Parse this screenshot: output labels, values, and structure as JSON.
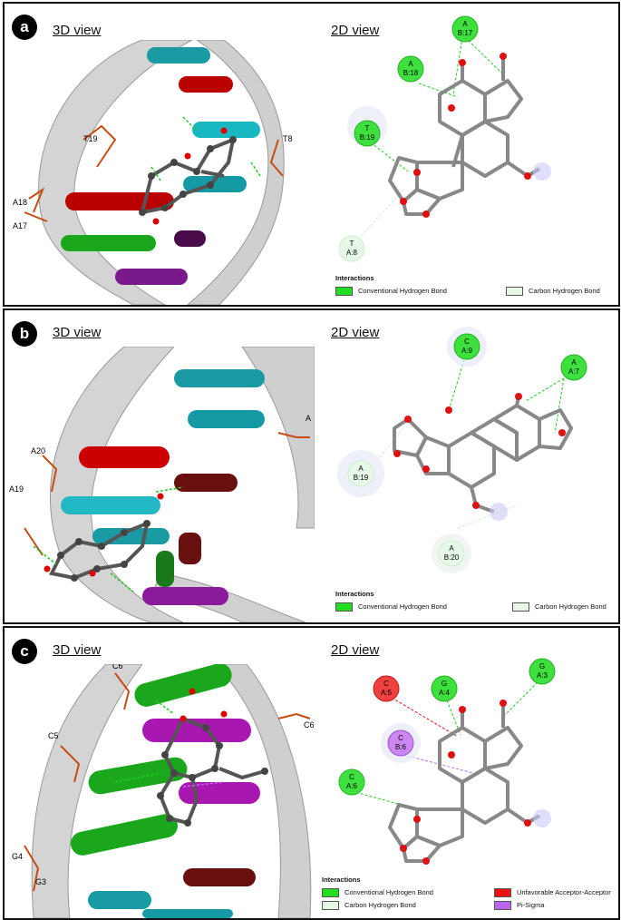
{
  "panels": [
    {
      "id": "a",
      "label": "a",
      "view3d_title": "3D view",
      "view2d_title": "2D view",
      "labels_3d": [
        "T19",
        "T8",
        "A18",
        "A17"
      ],
      "residues": [
        {
          "name": "A",
          "chain": "B:17",
          "type": "conventional"
        },
        {
          "name": "A",
          "chain": "B:18",
          "type": "conventional"
        },
        {
          "name": "T",
          "chain": "B:19",
          "type": "conventional"
        },
        {
          "name": "T",
          "chain": "A:8",
          "type": "carbon"
        }
      ],
      "legend": {
        "title": "Interactions",
        "items": [
          {
            "label": "Conventional Hydrogen Bond",
            "color": "#22dd22"
          },
          {
            "label": "Carbon Hydrogen Bond",
            "color": "#e6f7e6"
          }
        ]
      }
    },
    {
      "id": "b",
      "label": "b",
      "view3d_title": "3D view",
      "view2d_title": "2D view",
      "labels_3d": [
        "A20",
        "A19",
        "A"
      ],
      "residues": [
        {
          "name": "C",
          "chain": "A:9",
          "type": "conventional"
        },
        {
          "name": "A",
          "chain": "A:7",
          "type": "conventional"
        },
        {
          "name": "A",
          "chain": "B:19",
          "type": "carbon"
        },
        {
          "name": "A",
          "chain": "B:20",
          "type": "carbon"
        }
      ],
      "legend": {
        "title": "Interactions",
        "items": [
          {
            "label": "Conventional Hydrogen Bond",
            "color": "#22dd22"
          },
          {
            "label": "Carbon Hydrogen Bond",
            "color": "#e6f7e6"
          }
        ]
      }
    },
    {
      "id": "c",
      "label": "c",
      "view3d_title": "3D view",
      "view2d_title": "2D view",
      "labels_3d": [
        "C6",
        "C5",
        "C6",
        "G4",
        "G3"
      ],
      "residues": [
        {
          "name": "C",
          "chain": "A:5",
          "type": "unfavorable"
        },
        {
          "name": "G",
          "chain": "A:4",
          "type": "conventional"
        },
        {
          "name": "G",
          "chain": "A:3",
          "type": "conventional"
        },
        {
          "name": "C",
          "chain": "B:6",
          "type": "pisigma"
        },
        {
          "name": "C",
          "chain": "A:6",
          "type": "conventional"
        }
      ],
      "legend": {
        "title": "Interactions",
        "items": [
          {
            "label": "Conventional Hydrogen Bond",
            "color": "#22dd22"
          },
          {
            "label": "Carbon Hydrogen Bond",
            "color": "#e6f7e6"
          },
          {
            "label": "Unfavorable Acceptor-Acceptor",
            "color": "#ee1111"
          },
          {
            "label": "Pi-Sigma",
            "color": "#bb66ee"
          }
        ]
      }
    }
  ]
}
